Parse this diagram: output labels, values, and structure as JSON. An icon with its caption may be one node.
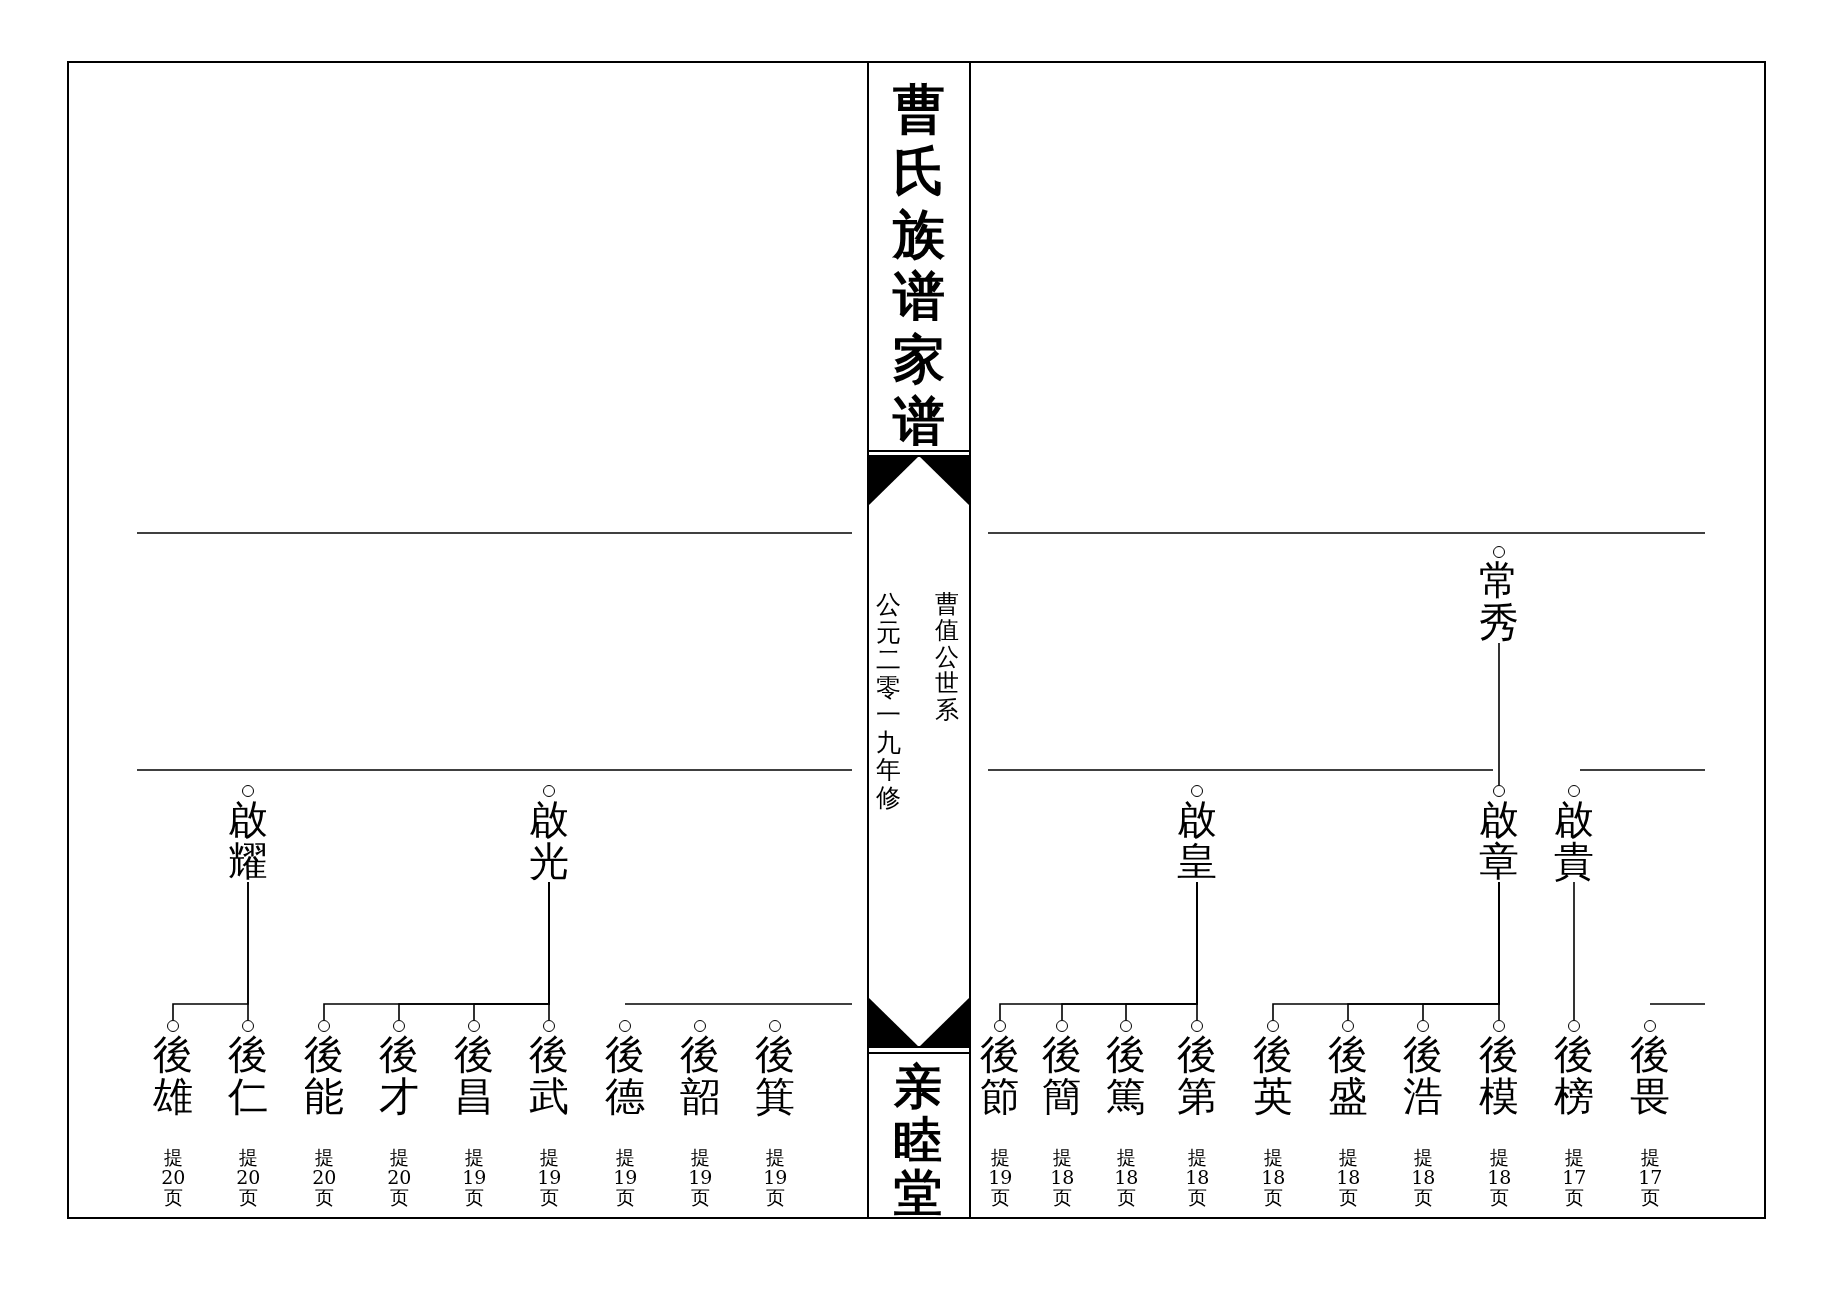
{
  "diagram": {
    "title": "曹氏族谱家谱",
    "nodes": [
      {
        "text": [
          "常秀"
        ]
      },
      {
        "text": [
          "啟耀"
        ]
      },
      {
        "text": [
          "啟光"
        ]
      },
      {
        "text": [
          "啟皇"
        ]
      },
      {
        "text": [
          "啟章"
        ]
      },
      {
        "text": [
          "啟貴"
        ]
      },
      {
        "text": [
          "後雄"
        ]
      },
      {
        "text": [
          "後仁"
        ]
      },
      {
        "text": [
          "後能"
        ]
      },
      {
        "text": [
          "後才"
        ]
      },
      {
        "text": [
          "後昌"
        ]
      },
      {
        "text": [
          "後武"
        ]
      },
      {
        "text": [
          "後德"
        ]
      },
      {
        "text": [
          "後韶"
        ]
      },
      {
        "text": [
          "後箕"
        ]
      },
      {
        "text": [
          "後節"
        ]
      },
      {
        "text": [
          "後簡"
        ]
      },
      {
        "text": [
          "後篤"
        ]
      },
      {
        "text": [
          "後第"
        ]
      },
      {
        "text": [
          "後英"
        ]
      },
      {
        "text": [
          "後盛"
        ]
      },
      {
        "text": [
          "後浩"
        ]
      },
      {
        "text": [
          "後模"
        ]
      },
      {
        "text": [
          "後榜"
        ]
      },
      {
        "text": [
          "後畏"
        ]
      }
    ],
    "edges": [
      {
        "from": 0,
        "to": 4,
        "arrow": "none"
      },
      {
        "from": 1,
        "to": 6,
        "arrow": "none"
      },
      {
        "from": 1,
        "to": 7,
        "arrow": "none"
      },
      {
        "from": 2,
        "to": 8,
        "arrow": "none"
      },
      {
        "from": 2,
        "to": 9,
        "arrow": "none"
      },
      {
        "from": 2,
        "to": 10,
        "arrow": "none"
      },
      {
        "from": 2,
        "to": 11,
        "arrow": "none"
      },
      {
        "from": 3,
        "to": 15,
        "arrow": "none"
      },
      {
        "from": 3,
        "to": 16,
        "arrow": "none"
      },
      {
        "from": 3,
        "to": 17,
        "arrow": "none"
      },
      {
        "from": 3,
        "to": 18,
        "arrow": "none"
      },
      {
        "from": 4,
        "to": 19,
        "arrow": "none"
      },
      {
        "from": 4,
        "to": 20,
        "arrow": "none"
      },
      {
        "from": 4,
        "to": 21,
        "arrow": "none"
      },
      {
        "from": 4,
        "to": 22,
        "arrow": "none"
      },
      {
        "from": 5,
        "to": 23,
        "arrow": "none"
      }
    ],
    "labels": [
      "曹值公世系",
      "公元二零一九年修",
      "亲睦堂",
      "提20页",
      "提20页",
      "提20页",
      "提20页",
      "提19页",
      "提19页",
      "提19页",
      "提19页",
      "提19页",
      "提19页",
      "提18页",
      "提18页",
      "提18页",
      "提18页",
      "提18页",
      "提18页",
      "提18页",
      "提17页",
      "提17页"
    ]
  }
}
